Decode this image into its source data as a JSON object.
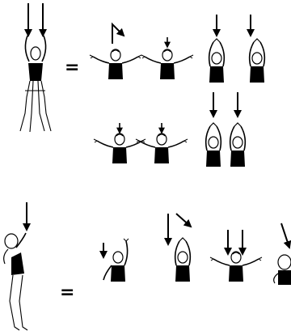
{
  "equations": [
    {
      "sign": "=",
      "lhs": {
        "pose": "standing-full-body-arms-raised",
        "arrows": 2
      },
      "rhs": [
        {
          "pose": "torso-arms-out",
          "arrows": 1
        },
        {
          "pose": "torso-arms-out",
          "arrows": 1
        },
        {
          "pose": "torso-arms-up",
          "arrows": 1
        },
        {
          "pose": "torso-arms-up",
          "arrows": 1
        },
        {
          "pose": "torso-arms-out",
          "arrows": 1
        },
        {
          "pose": "torso-arms-out",
          "arrows": 1
        },
        {
          "pose": "torso-arms-up",
          "arrows": 1
        },
        {
          "pose": "torso-arms-up",
          "arrows": 1
        }
      ]
    },
    {
      "sign": "=",
      "lhs": {
        "pose": "side-view-leaning-back",
        "arrows": 1
      },
      "rhs": [
        {
          "pose": "torso-one-arm-up",
          "arrows": 1
        },
        {
          "pose": "torso-arms-up",
          "arrows": 2
        },
        {
          "pose": "torso-arms-out",
          "arrows": 2
        },
        {
          "pose": "side-view-partial",
          "arrows": 1
        }
      ]
    }
  ],
  "colors": {
    "ink": "#000000",
    "paper": "#ffffff"
  }
}
